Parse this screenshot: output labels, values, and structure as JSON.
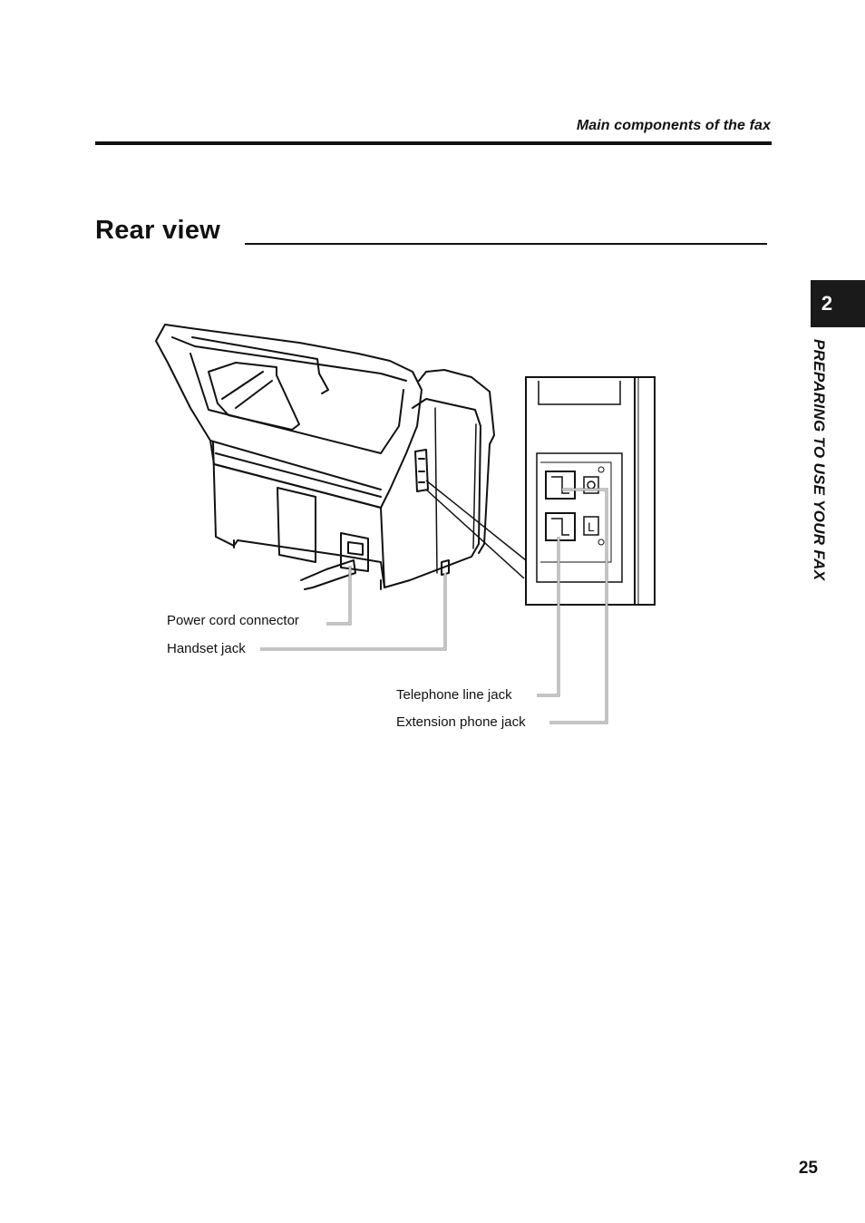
{
  "header": {
    "running_title": "Main components of the fax"
  },
  "section": {
    "title": "Rear view"
  },
  "chapter_tab": {
    "number": "2",
    "caption": "PREPARING TO USE YOUR FAX"
  },
  "figure": {
    "callouts": {
      "power_cord_connector": "Power cord connector",
      "handset_jack": "Handset jack",
      "telephone_line_jack": "Telephone line jack",
      "extension_phone_jack": "Extension phone jack"
    },
    "jack_panel": {
      "line_label": "L"
    }
  },
  "footer": {
    "page_number": "25"
  }
}
